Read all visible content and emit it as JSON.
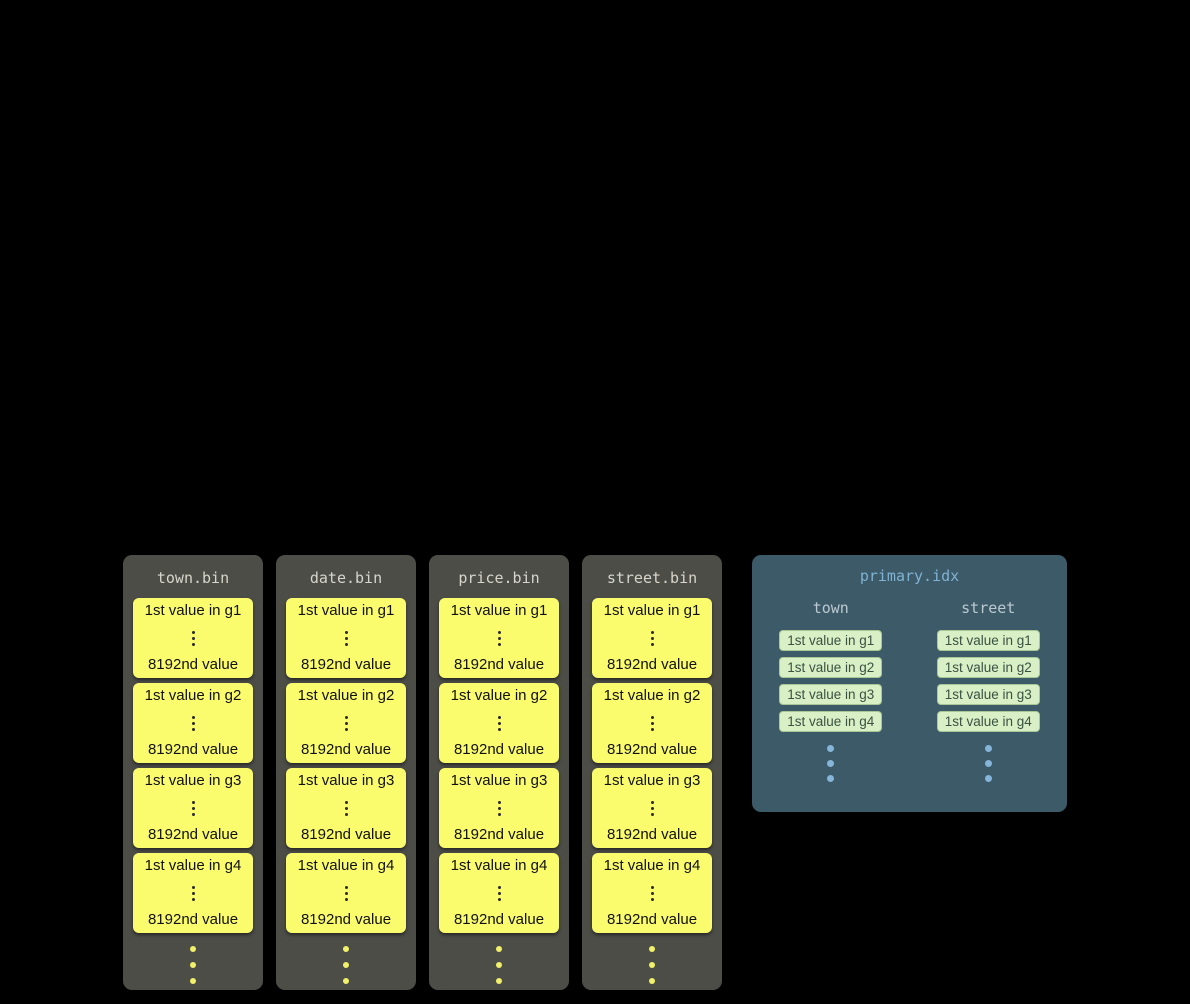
{
  "bin_files": [
    {
      "title": "town.bin",
      "granules": [
        {
          "first": "1st value in g1",
          "last": "8192nd value"
        },
        {
          "first": "1st value in g2",
          "last": "8192nd value"
        },
        {
          "first": "1st value in g3",
          "last": "8192nd value"
        },
        {
          "first": "1st value in g4",
          "last": "8192nd value"
        }
      ]
    },
    {
      "title": "date.bin",
      "granules": [
        {
          "first": "1st value in g1",
          "last": "8192nd value"
        },
        {
          "first": "1st value in g2",
          "last": "8192nd value"
        },
        {
          "first": "1st value in g3",
          "last": "8192nd value"
        },
        {
          "first": "1st value in g4",
          "last": "8192nd value"
        }
      ]
    },
    {
      "title": "price.bin",
      "granules": [
        {
          "first": "1st value in g1",
          "last": "8192nd value"
        },
        {
          "first": "1st value in g2",
          "last": "8192nd value"
        },
        {
          "first": "1st value in g3",
          "last": "8192nd value"
        },
        {
          "first": "1st value in g4",
          "last": "8192nd value"
        }
      ]
    },
    {
      "title": "street.bin",
      "granules": [
        {
          "first": "1st value in g1",
          "last": "8192nd value"
        },
        {
          "first": "1st value in g2",
          "last": "8192nd value"
        },
        {
          "first": "1st value in g3",
          "last": "8192nd value"
        },
        {
          "first": "1st value in g4",
          "last": "8192nd value"
        }
      ]
    }
  ],
  "index_file": {
    "title": "primary.idx",
    "columns": [
      {
        "name": "town",
        "entries": [
          "1st value in g1",
          "1st value in g2",
          "1st value in g3",
          "1st value in g4"
        ]
      },
      {
        "name": "street",
        "entries": [
          "1st value in g1",
          "1st value in g2",
          "1st value in g3",
          "1st value in g4"
        ]
      }
    ]
  },
  "colors": {
    "background": "#000000",
    "bin_container": "#4d4d48",
    "bin_title_text": "#d6d6cc",
    "granule_block": "#fbfb6e",
    "granule_text": "#111111",
    "granule_dot": "#f0f06a",
    "index_container": "#3c5a68",
    "index_title_text": "#7fb2d3",
    "index_header_text": "#bcc9d0",
    "index_entry_bg": "#d9efc6",
    "index_entry_border": "#a9c696",
    "index_entry_text": "#3a5242",
    "index_dot": "#85b5d9"
  }
}
